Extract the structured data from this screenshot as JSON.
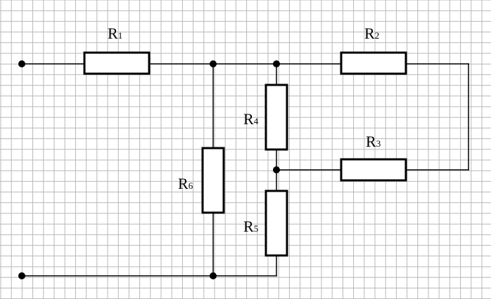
{
  "diagram": {
    "grid_visible": true,
    "colors": {
      "background": "#ffffff",
      "grid": "#b8b8b8",
      "ink": "#000000"
    },
    "resistors": [
      {
        "id": "R1",
        "letter": "R",
        "index": "1"
      },
      {
        "id": "R2",
        "letter": "R",
        "index": "2"
      },
      {
        "id": "R3",
        "letter": "R",
        "index": "3"
      },
      {
        "id": "R4",
        "letter": "R",
        "index": "4"
      },
      {
        "id": "R5",
        "letter": "R",
        "index": "5"
      },
      {
        "id": "R6",
        "letter": "R",
        "index": "6"
      }
    ]
  }
}
